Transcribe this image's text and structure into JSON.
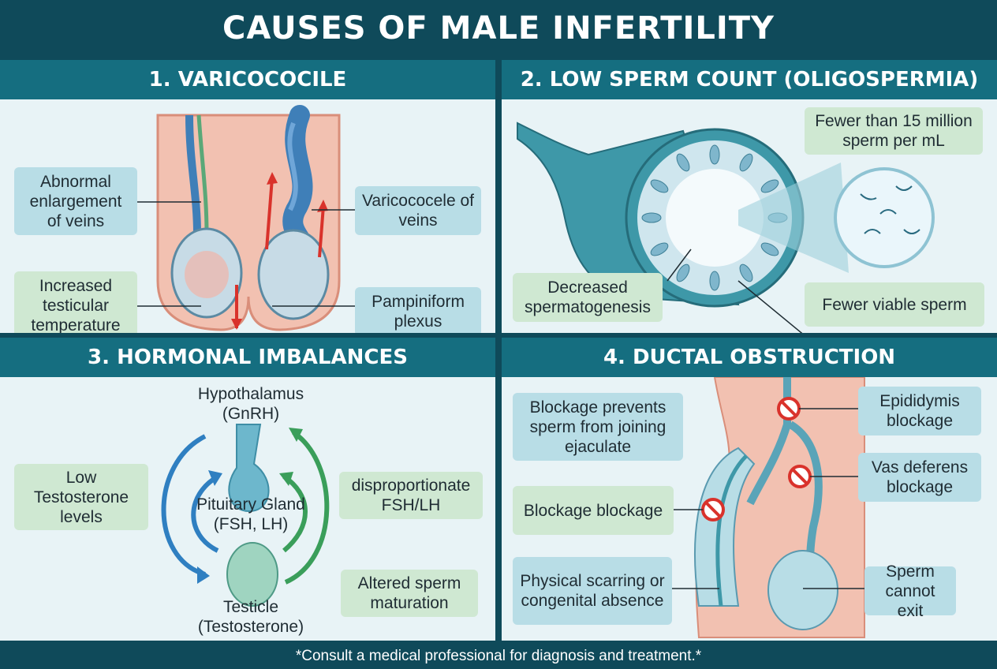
{
  "title": "CAUSES OF MALE INFERTILITY",
  "panels": {
    "varicocele": {
      "heading": "1. VARICOCOCILE",
      "labels": {
        "abnormal": "Abnormal enlargement of veins",
        "varicocele": "Varicococele of veins",
        "temperature": "Increased testicular temperature",
        "pampiniform": "Pampiniform plexus"
      }
    },
    "low_count": {
      "heading": "2. LOW SPERM COUNT (OLIGOSPERMIA)",
      "labels": {
        "fewer": "Fewer than 15 million sperm per mL",
        "decreased": "Decreased spermatogenesis",
        "viable": "Fewer viable sperm"
      }
    },
    "hormonal": {
      "heading": "3. HORMONAL IMBALANCES",
      "labels": {
        "hypothalamus": "Hypothalamus (GnRH)",
        "pituitary": "Pituitary Gland (FSH, LH)",
        "testicle": "Testicle (Testosterone)",
        "low_t": "Low Testosterone levels",
        "fsh_lh": "disproportionate FSH/LH",
        "maturation": "Altered sperm maturation"
      }
    },
    "ductal": {
      "heading": "4. DUCTAL OBSTRUCTION",
      "labels": {
        "prevents": "Blockage prevents sperm from joining ejaculate",
        "blockage": "Blockage blockage",
        "scarring": "Physical scarring or congenital absence",
        "epididymis": "Epididymis blockage",
        "vas": "Vas deferens blockage",
        "exit": "Sperm cannot exit"
      }
    }
  },
  "footer": "*Consult a medical professional for diagnosis and treatment.*",
  "colors": {
    "header_dark": "#0f4a5a",
    "header_teal": "#156e80",
    "label_blue": "#b8dde6",
    "label_green": "#cfe8d2",
    "vein_blue": "#3f7fb8",
    "arrow_red": "#d9322b"
  }
}
